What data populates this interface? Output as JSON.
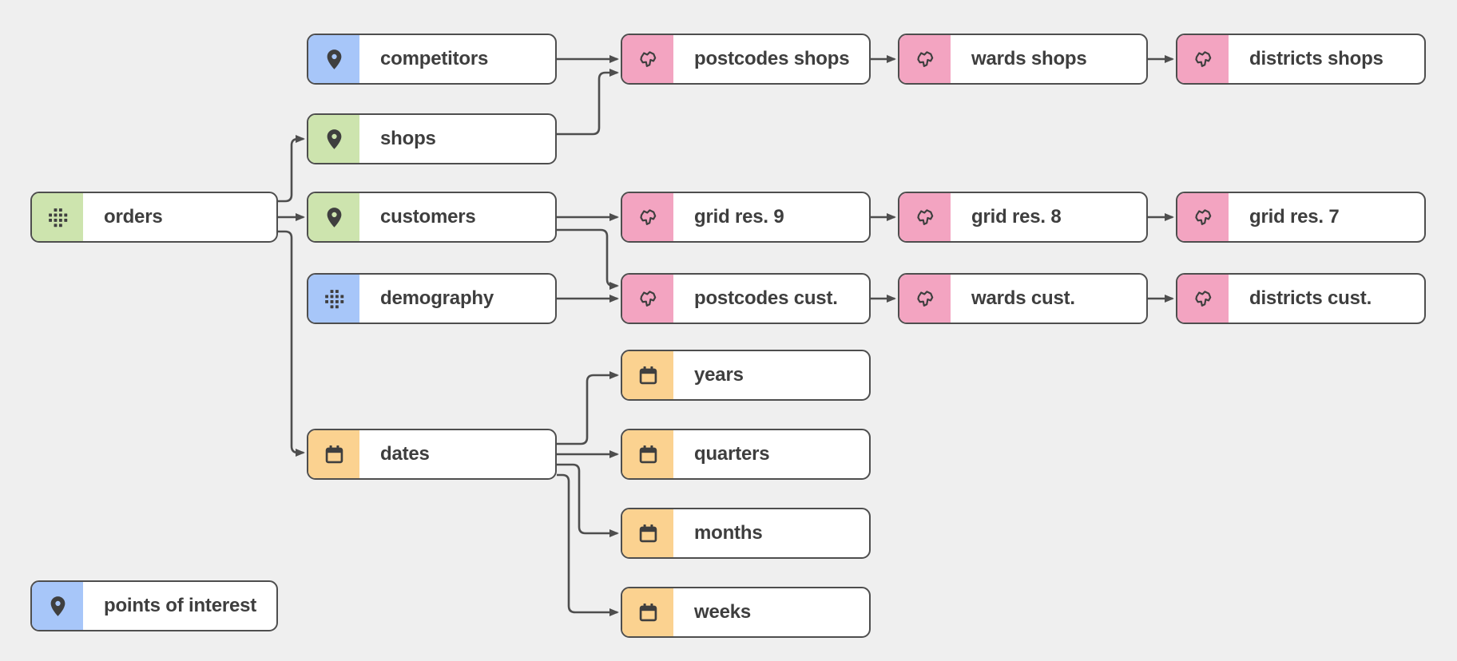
{
  "palette": {
    "canvas-bg": "#efefef",
    "node-bg": "#ffffff",
    "node-border": "#4e4e4e",
    "edge-color": "#4e4e4e",
    "label-color": "#3e3e3e",
    "icon-color": "#3f3f3f",
    "green": "#cde4ae",
    "blue": "#a7c6f9",
    "pink": "#f3a4c1",
    "orange": "#fbd290"
  },
  "diagram": {
    "nodes": [
      {
        "id": "orders",
        "label": "orders",
        "icon": "dots-grid-icon",
        "icon_ref": "#icon-dots",
        "chip_color": "green"
      },
      {
        "id": "competitors",
        "label": "competitors",
        "icon": "location-pin-icon",
        "icon_ref": "#icon-pin",
        "chip_color": "blue"
      },
      {
        "id": "shops",
        "label": "shops",
        "icon": "location-pin-icon",
        "icon_ref": "#icon-pin",
        "chip_color": "green"
      },
      {
        "id": "customers",
        "label": "customers",
        "icon": "location-pin-icon",
        "icon_ref": "#icon-pin",
        "chip_color": "green"
      },
      {
        "id": "demography",
        "label": "demography",
        "icon": "dots-grid-icon",
        "icon_ref": "#icon-dots",
        "chip_color": "blue"
      },
      {
        "id": "dates",
        "label": "dates",
        "icon": "calendar-icon",
        "icon_ref": "#icon-calendar",
        "chip_color": "orange"
      },
      {
        "id": "postcodes-shops",
        "label": "postcodes shops",
        "icon": "map-region-icon",
        "icon_ref": "#icon-region",
        "chip_color": "pink"
      },
      {
        "id": "wards-shops",
        "label": "wards shops",
        "icon": "map-region-icon",
        "icon_ref": "#icon-region",
        "chip_color": "pink"
      },
      {
        "id": "districts-shops",
        "label": "districts shops",
        "icon": "map-region-icon",
        "icon_ref": "#icon-region",
        "chip_color": "pink"
      },
      {
        "id": "grid-res-9",
        "label": "grid res. 9",
        "icon": "map-region-icon",
        "icon_ref": "#icon-region",
        "chip_color": "pink"
      },
      {
        "id": "grid-res-8",
        "label": "grid res. 8",
        "icon": "map-region-icon",
        "icon_ref": "#icon-region",
        "chip_color": "pink"
      },
      {
        "id": "grid-res-7",
        "label": "grid res. 7",
        "icon": "map-region-icon",
        "icon_ref": "#icon-region",
        "chip_color": "pink"
      },
      {
        "id": "postcodes-cust",
        "label": "postcodes cust.",
        "icon": "map-region-icon",
        "icon_ref": "#icon-region",
        "chip_color": "pink"
      },
      {
        "id": "wards-cust",
        "label": "wards cust.",
        "icon": "map-region-icon",
        "icon_ref": "#icon-region",
        "chip_color": "pink"
      },
      {
        "id": "districts-cust",
        "label": "districts cust.",
        "icon": "map-region-icon",
        "icon_ref": "#icon-region",
        "chip_color": "pink"
      },
      {
        "id": "years",
        "label": "years",
        "icon": "calendar-icon",
        "icon_ref": "#icon-calendar",
        "chip_color": "orange"
      },
      {
        "id": "quarters",
        "label": "quarters",
        "icon": "calendar-icon",
        "icon_ref": "#icon-calendar",
        "chip_color": "orange"
      },
      {
        "id": "months",
        "label": "months",
        "icon": "calendar-icon",
        "icon_ref": "#icon-calendar",
        "chip_color": "orange"
      },
      {
        "id": "weeks",
        "label": "weeks",
        "icon": "calendar-icon",
        "icon_ref": "#icon-calendar",
        "chip_color": "orange"
      },
      {
        "id": "points-of-interest",
        "label": "points of interest",
        "icon": "location-pin-icon",
        "icon_ref": "#icon-pin",
        "chip_color": "blue"
      }
    ],
    "edges": [
      {
        "from": "orders",
        "to": "shops"
      },
      {
        "from": "orders",
        "to": "customers"
      },
      {
        "from": "orders",
        "to": "dates"
      },
      {
        "from": "competitors",
        "to": "postcodes shops"
      },
      {
        "from": "shops",
        "to": "postcodes shops"
      },
      {
        "from": "postcodes shops",
        "to": "wards shops"
      },
      {
        "from": "wards shops",
        "to": "districts shops"
      },
      {
        "from": "customers",
        "to": "grid res. 9"
      },
      {
        "from": "grid res. 9",
        "to": "grid res. 8"
      },
      {
        "from": "grid res. 8",
        "to": "grid res. 7"
      },
      {
        "from": "customers",
        "to": "postcodes cust."
      },
      {
        "from": "demography",
        "to": "postcodes cust."
      },
      {
        "from": "postcodes cust.",
        "to": "wards cust."
      },
      {
        "from": "wards cust.",
        "to": "districts cust."
      },
      {
        "from": "dates",
        "to": "years"
      },
      {
        "from": "dates",
        "to": "quarters"
      },
      {
        "from": "dates",
        "to": "months"
      },
      {
        "from": "dates",
        "to": "weeks"
      }
    ]
  }
}
